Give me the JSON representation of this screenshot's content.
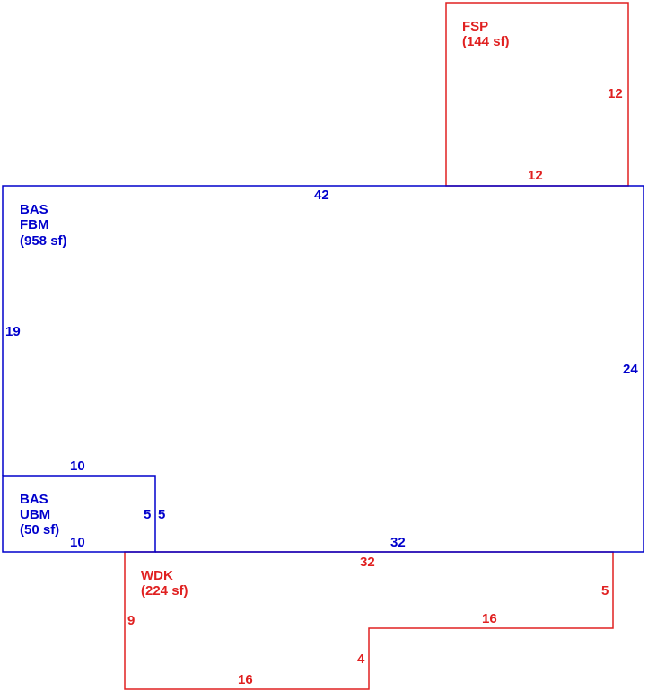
{
  "colors": {
    "blue": "#0000cc",
    "red": "#e02020",
    "background": "#ffffff"
  },
  "areas": {
    "fsp": {
      "code": "FSP",
      "area": "(144 sf)",
      "dims": [
        "12",
        "12"
      ]
    },
    "bas_fbm": {
      "code": "BAS",
      "subcode": "FBM",
      "area": "(958 sf)",
      "dims": [
        "42",
        "19",
        "24",
        "10",
        "32"
      ]
    },
    "bas_ubm": {
      "code": "BAS",
      "subcode": "UBM",
      "area": "(50 sf)",
      "dims": [
        "5",
        "10",
        "5"
      ]
    },
    "wdk": {
      "code": "WDK",
      "area": "(224 sf)",
      "dims": [
        "32",
        "5",
        "16",
        "9",
        "4",
        "16"
      ]
    }
  }
}
